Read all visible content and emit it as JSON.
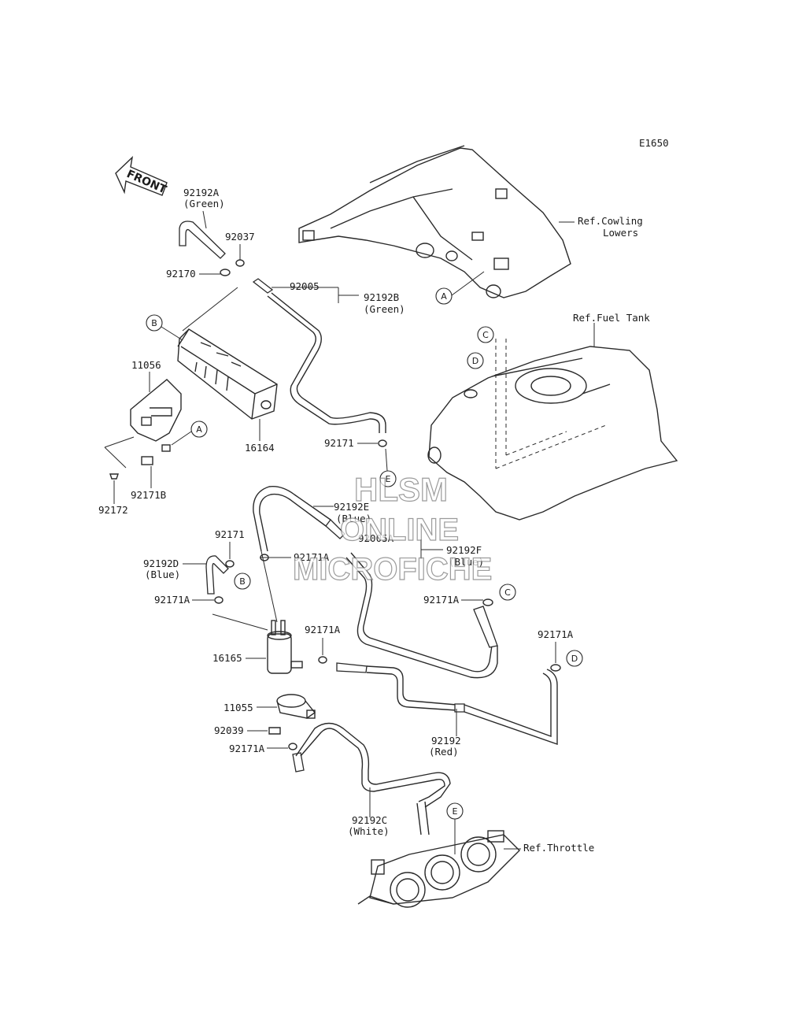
{
  "diagram_code": "E1650",
  "front_arrow": "FRONT",
  "watermark": {
    "line1": "HLSM",
    "line2": "ONLINE",
    "line3": "MICROFICHE"
  },
  "refs": {
    "cowling_1": "Ref.Cowling",
    "cowling_2": "Lowers",
    "fuel_tank": "Ref.Fuel Tank",
    "throttle": "Ref.Throttle"
  },
  "parts": {
    "p92192A": "92192A",
    "p92192A_color": "(Green)",
    "p92037": "92037",
    "p92170": "92170",
    "p92005": "92005",
    "p92192B": "92192B",
    "p92192B_color": "(Green)",
    "p11056": "11056",
    "p16164": "16164",
    "p92171_top": "92171",
    "p92172": "92172",
    "p92171B": "92171B",
    "p92192E": "92192E",
    "p92192E_color": "(Blue)",
    "p92005A": "92005A",
    "p92192F": "92192F",
    "p92192F_color": "(Blue)",
    "p92171_mid": "92171",
    "p92192D": "92192D",
    "p92192D_color": "(Blue)",
    "p92171A_a": "92171A",
    "p92171A_b": "92171A",
    "p92171A_c": "92171A",
    "p92171A_d": "92171A",
    "p92171A_e": "92171A",
    "p92171A_f": "92171A",
    "p16165": "16165",
    "p11055": "11055",
    "p92039": "92039",
    "p92192": "92192",
    "p92192_color": "(Red)",
    "p92192C": "92192C",
    "p92192C_color": "(White)"
  },
  "callouts": {
    "A1": "A",
    "A2": "A",
    "B1": "B",
    "B2": "B",
    "C1": "C",
    "C2": "C",
    "D1": "D",
    "D2": "D",
    "E1": "E",
    "E2": "E"
  }
}
